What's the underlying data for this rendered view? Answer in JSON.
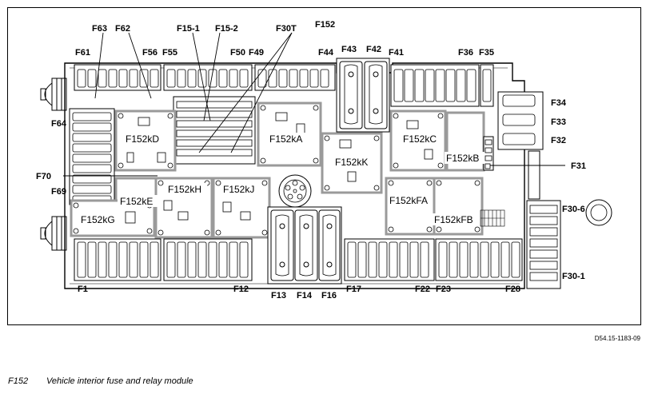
{
  "module_code": "F152",
  "labels": {
    "F1": "F1",
    "F12": "F12",
    "F13": "F13",
    "F14": "F14",
    "F16": "F16",
    "F17": "F17",
    "F22": "F22",
    "F23": "F23",
    "F28": "F28",
    "F30-1": "F30-1",
    "F30-6": "F30-6",
    "F31": "F31",
    "F32": "F32",
    "F33": "F33",
    "F34": "F34",
    "F35": "F35",
    "F36": "F36",
    "F41": "F41",
    "F42": "F42",
    "F43": "F43",
    "F44": "F44",
    "F49": "F49",
    "F50": "F50",
    "F55": "F55",
    "F56": "F56",
    "F61": "F61",
    "F62": "F62",
    "F63": "F63",
    "F64": "F64",
    "F69": "F69",
    "F70": "F70",
    "F15-1": "F15-1",
    "F15-2": "F15-2",
    "F30T": "F30T"
  },
  "relays": {
    "F152kD": "F152kD",
    "F152kA": "F152kA",
    "F152kC": "F152kC",
    "F152kK": "F152kK",
    "F152kB": "F152kB",
    "F152kE": "F152kE",
    "F152kH": "F152kH",
    "F152kJ": "F152kJ",
    "F152kFA": "F152kFA",
    "F152kFB": "F152kFB",
    "F152kG": "F152kG"
  },
  "drawing_code": "D54.15-1183-09",
  "caption": {
    "code": "F152",
    "text": "Vehicle interior fuse and relay module"
  }
}
